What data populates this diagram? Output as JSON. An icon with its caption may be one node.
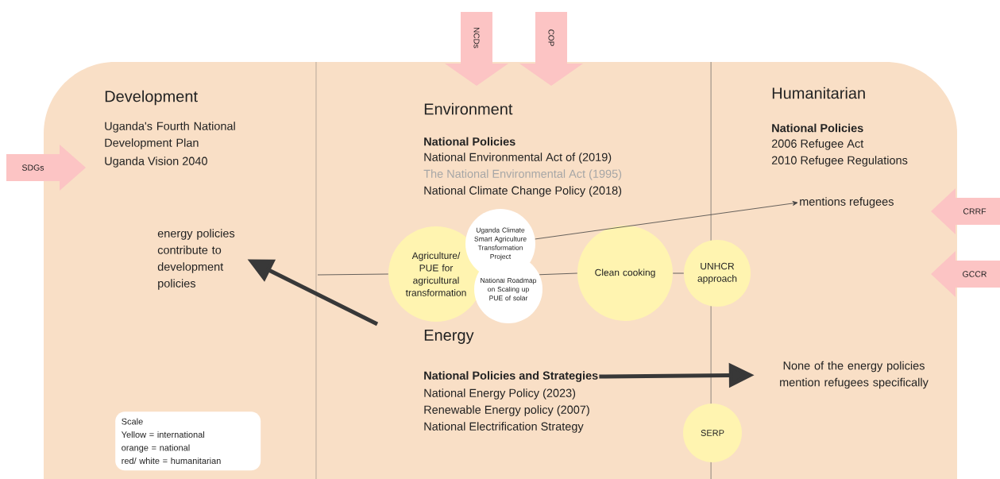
{
  "diagram": {
    "nodes": [
      {
        "text": [
          "NCDs"
        ]
      },
      {
        "text": [
          "COP"
        ]
      },
      {
        "text": [
          "SDGs"
        ]
      },
      {
        "text": [
          "mentions refugees"
        ]
      },
      {
        "text": [
          "CRRF"
        ]
      },
      {
        "text": [
          "energy policies contribute to development policies"
        ]
      },
      {
        "text": [
          "Agriculture/ PUE for agricultural transformation"
        ]
      },
      {
        "text": [
          "Uganda Climate Smart Agriculture Transformation Project"
        ]
      },
      {
        "text": [
          "Clean cooking"
        ]
      },
      {
        "text": [
          "UNHCR approach"
        ]
      },
      {
        "text": [
          "GCCR"
        ]
      },
      {
        "text": [
          "National Roadmap on Scaling up PUE of solar"
        ]
      },
      {
        "text": [
          "National Policies and Strategies"
        ]
      },
      {
        "text": [
          "None of the energy policies mention refugees specifically"
        ]
      },
      {
        "text": [
          "SERP"
        ]
      },
      {
        "text": [
          "Scale",
          "Yellow = international",
          "orange = national",
          "red/ white = humanitarian"
        ]
      }
    ],
    "edges": [
      {
        "from": null,
        "to": 6,
        "arrow": "none"
      },
      {
        "from": 11,
        "to": 8,
        "arrow": "none"
      },
      {
        "from": 8,
        "to": 9,
        "arrow": "none"
      },
      {
        "from": 7,
        "to": 3,
        "arrow": "to"
      },
      {
        "from": null,
        "to": 5,
        "arrow": "to",
        "style": "thick"
      },
      {
        "from": 12,
        "to": 13,
        "arrow": "to",
        "style": "thick"
      }
    ],
    "labels": [
      "Development",
      "Uganda's Fourth National Development Plan",
      "Uganda Vision 2040",
      "Environment",
      "National Policies",
      "National Environmental Act of (2019)",
      "The National Environmental Act (1995)",
      "National Climate Change Policy (2018)",
      "Humanitarian",
      "National Policies",
      "2006 Refugee Act",
      "2010 Refugee Regulations",
      "Energy",
      "National Energy Policy (2023)",
      "Renewable Energy policy (2007)",
      "National Electrification Strategy"
    ]
  }
}
